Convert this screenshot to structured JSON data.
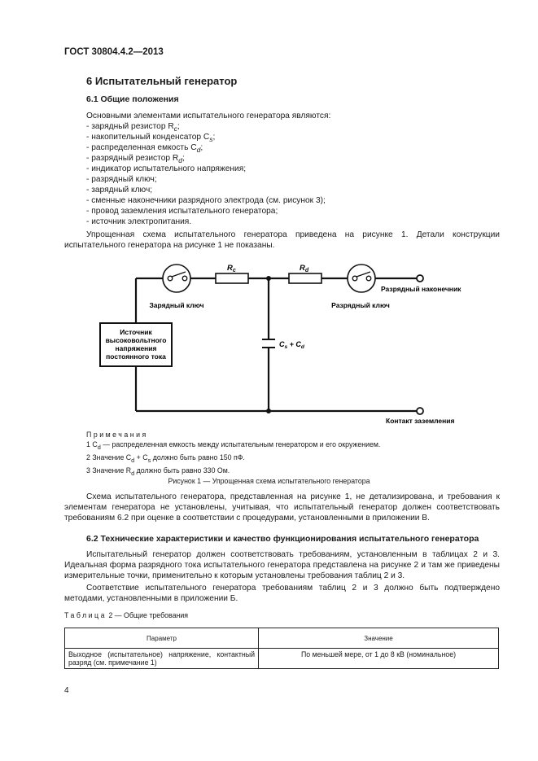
{
  "header": {
    "standard": "ГОСТ 30804.4.2—2013"
  },
  "section": {
    "title": "6 Испытательный генератор"
  },
  "subsection_1": {
    "title": "6.1 Общие положения",
    "intro": "Основными элементами испытательного генератора являются:",
    "items": [
      "- зарядный резистор R",
      "- накопительный конденсатор C",
      "- распределенная емкость C",
      "- разрядный резистор R",
      "- индикатор испытательного напряжения;",
      "- разрядный ключ;",
      "- зарядный ключ;",
      "- сменные наконечники разрядного электрода (см. рисунок 3);",
      "- провод заземления испытательного генератора;",
      "- источник электропитания."
    ],
    "item_subscripts": [
      "c",
      "s",
      "d",
      "d"
    ],
    "item_tails": [
      ";",
      ";",
      ";",
      ";"
    ],
    "paragraph": "Упрощенная схема испытательного генератора приведена на рисунке 1. Детали конструкции испытательного генератора на рисунке 1 не показаны."
  },
  "figure": {
    "labels": {
      "rc": "R",
      "rc_sub": "c",
      "rd": "R",
      "rd_sub": "d",
      "charge_switch": "Зарядный ключ",
      "discharge_switch": "Разрядный ключ",
      "tip": "Разрядный наконечник",
      "ground": "Контакт заземления",
      "caps": "C",
      "caps_sub1": "s",
      "caps_plus": " + C",
      "caps_sub2": "d",
      "source_lines": [
        "Источник",
        "высоковольтного",
        "напряжения",
        "постоянного тока"
      ]
    },
    "notes_title": "Примечания",
    "notes": [
      {
        "a": "1 C",
        "sub": "d",
        "b": " — распределенная емкость между испытательным генератором и его окружением."
      },
      {
        "a": "2 Значение C",
        "sub": "d",
        "b": " + C",
        "sub2": "s",
        "c": " должно быть равно 150 пФ."
      },
      {
        "a": "3 Значение R",
        "sub": "d",
        "b": " должно быть равно 330 Ом."
      }
    ],
    "caption": "Рисунок 1 — Упрощенная схема испытательного генератора"
  },
  "paragraph_2": "Схема испытательного генератора, представленная на рисунке 1, не детализирована, и требования к элементам генератора не установлены, учитывая, что испытательный генератор должен соответствовать требованиям 6.2 при оценке в соответствии с процедурами, установленными в приложении В.",
  "subsection_2": {
    "title": "6.2 Технические характеристики и качество функционирования испытательного генератора",
    "p1": "Испытательный генератор должен соответствовать требованиям, установленным в таблицах 2 и 3. Идеальная форма разрядного тока испытательного генератора представлена на рисунке 2 и там же приведены измерительные точки, применительно к которым установлены требования таблиц 2 и 3.",
    "p2": "Соответствие испытательного генератора требованиям таблиц 2 и 3 должно быть подтверждено методами, установленными в приложении Б."
  },
  "table": {
    "caption_prefix": "Таблица",
    "caption_rest": " 2 — Общие требования",
    "headers": [
      "Параметр",
      "Значение"
    ],
    "rows": [
      [
        "Выходное (испытательное) напряжение, контактный разряд (см. примечание 1)",
        "По меньшей мере, от 1 до 8 кВ (номинальное)"
      ]
    ]
  },
  "page_number": "4"
}
